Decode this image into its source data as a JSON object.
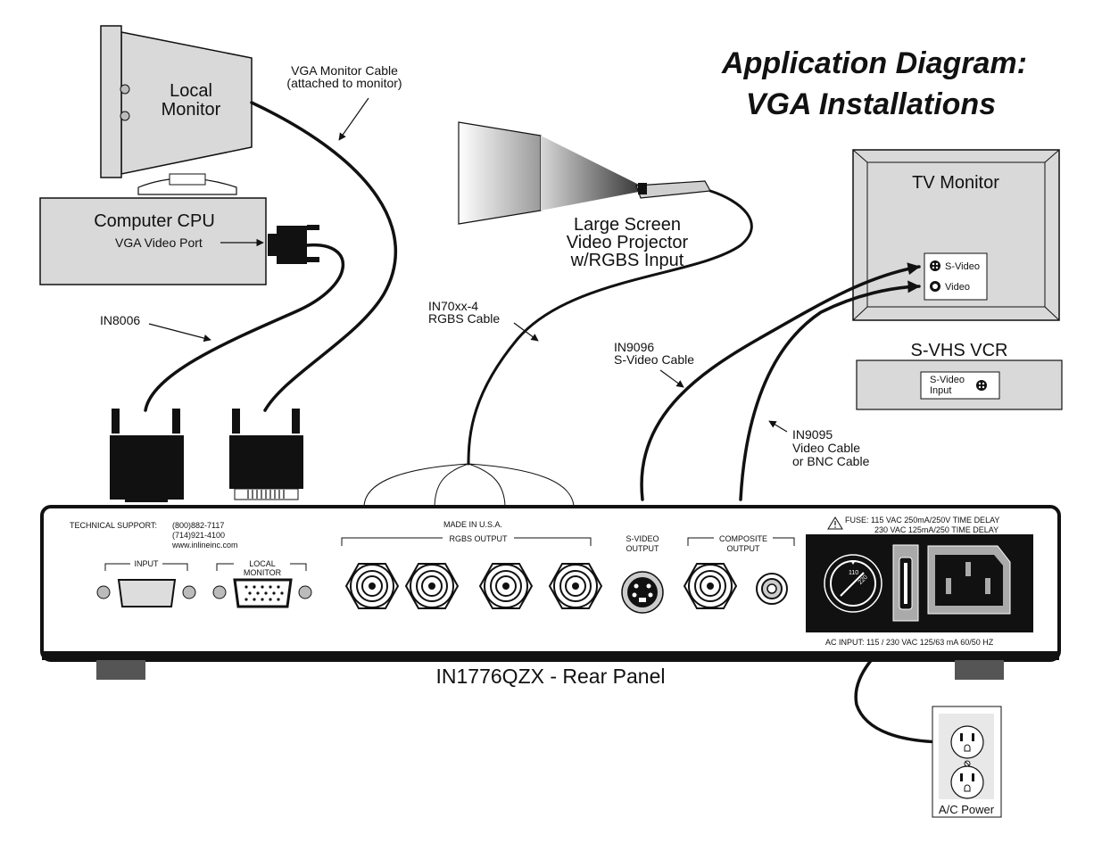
{
  "title": {
    "line1": "Application Diagram:",
    "line2": "VGA Installations"
  },
  "devices": {
    "local_monitor": {
      "line1": "Local",
      "line2": "Monitor"
    },
    "computer_cpu": {
      "name": "Computer CPU",
      "port_label": "VGA Video Port"
    },
    "projector": {
      "line1": "Large Screen",
      "line2": "Video Projector",
      "line3": "w/RGBS Input"
    },
    "tv_monitor": {
      "name": "TV Monitor",
      "svideo_label": "S-Video",
      "video_label": "Video"
    },
    "vcr": {
      "name": "S-VHS VCR",
      "input_line1": "S-Video",
      "input_line2": "Input"
    },
    "outlet": {
      "label": "A/C Power"
    }
  },
  "cables": {
    "vga_monitor": {
      "line1": "VGA Monitor Cable",
      "line2": "(attached to monitor)"
    },
    "in8006": {
      "line1": "IN8006"
    },
    "rgbs": {
      "line1": "IN70xx-4",
      "line2": "RGBS Cable"
    },
    "svideo": {
      "line1": "IN9096",
      "line2": "S-Video Cable"
    },
    "video": {
      "line1": "IN9095",
      "line2": "Video Cable",
      "line3": "or BNC Cable"
    }
  },
  "rear_panel": {
    "caption": "IN1776QZX - Rear Panel",
    "support_label": "TECHNICAL SUPPORT:",
    "phone1": "(800)882-7117",
    "phone2": "(714)921-4100",
    "website": "www.inlineinc.com",
    "input_label": "INPUT",
    "local_monitor_line1": "LOCAL",
    "local_monitor_line2": "MONITOR",
    "made_in": "MADE  IN  U.S.A.",
    "rgbs_output": "RGBS  OUTPUT",
    "svideo_output_line1": "S-VIDEO",
    "svideo_output_line2": "OUTPUT",
    "composite_line1": "COMPOSITE",
    "composite_line2": "OUTPUT",
    "fuse_line1": "FUSE:  115 VAC 250mA/250V   TIME  DELAY",
    "fuse_line2": "230 VAC 125mA/250    TIME  DELAY",
    "voltage_110": "110",
    "voltage_220": "220",
    "ac_input": "AC  INPUT:  115 / 230  VAC   125/63  mA  60/50  HZ"
  },
  "colors": {
    "device_fill": "#d9d9d9",
    "panel_black": "#111111",
    "line": "#111111"
  }
}
